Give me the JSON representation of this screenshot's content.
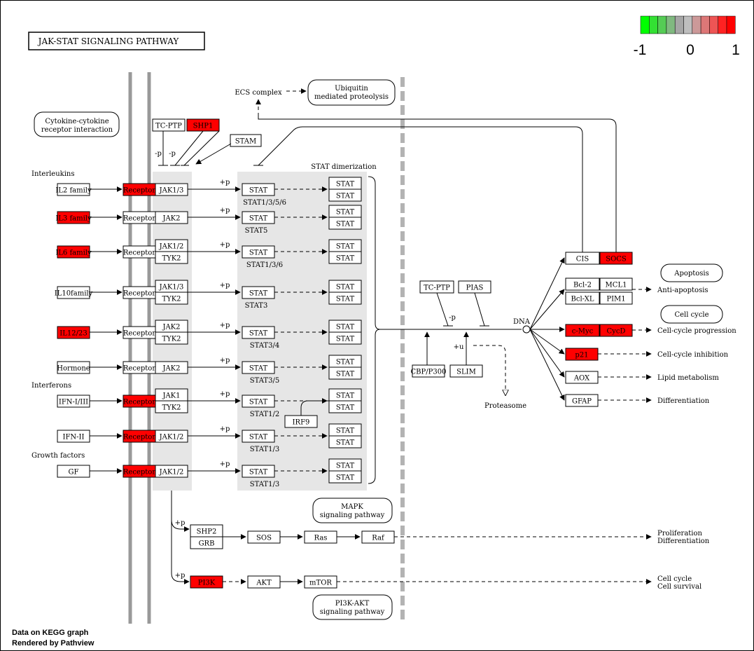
{
  "title": "JAK-STAT SIGNALING PATHWAY",
  "legend": {
    "colors": [
      "#00ff00",
      "#33e033",
      "#55cc55",
      "#80b980",
      "#a6a6a6",
      "#bebebe",
      "#cc9999",
      "#dd7777",
      "#ee5555",
      "#ff2222",
      "#ff0000"
    ],
    "labels": [
      "-1",
      "0",
      "1"
    ]
  },
  "footer": [
    "Data on KEGG graph",
    "Rendered by Pathview"
  ],
  "colors": {
    "up": "#ff0000",
    "neutral": "#ffffff",
    "shade": "#e6e6e6",
    "membrane": "#999999",
    "nucleus": "#b3b3b3"
  },
  "rows": [
    {
      "ligand": "IL2 family",
      "ligand_hi": false,
      "receptor_hi": true,
      "jak": [
        "JAK1/3"
      ],
      "stat": "STAT1/3/5/6",
      "group_label": "Interleukins"
    },
    {
      "ligand": "IL3 family",
      "ligand_hi": true,
      "receptor_hi": false,
      "jak": [
        "JAK2"
      ],
      "stat": "STAT5"
    },
    {
      "ligand": "IL6 family",
      "ligand_hi": true,
      "receptor_hi": false,
      "jak": [
        "JAK1/2",
        "TYK2"
      ],
      "stat": "STAT1/3/6"
    },
    {
      "ligand": "IL10family",
      "ligand_hi": false,
      "receptor_hi": false,
      "jak": [
        "JAK1/3",
        "TYK2"
      ],
      "stat": "STAT3"
    },
    {
      "ligand": "IL12/23",
      "ligand_hi": true,
      "receptor_hi": false,
      "jak": [
        "JAK2",
        "TYK2"
      ],
      "stat": "STAT3/4"
    },
    {
      "ligand": "Hormone",
      "ligand_hi": false,
      "receptor_hi": false,
      "jak": [
        "JAK2"
      ],
      "stat": "STAT3/5"
    },
    {
      "ligand": "IFN-I/III",
      "ligand_hi": false,
      "receptor_hi": true,
      "jak": [
        "JAK1",
        "TYK2"
      ],
      "stat": "STAT1/2",
      "group_label": "Interferons"
    },
    {
      "ligand": "IFN-II",
      "ligand_hi": false,
      "receptor_hi": true,
      "jak": [
        "JAK1/2"
      ],
      "stat": "STAT1/3"
    },
    {
      "ligand": "GF",
      "ligand_hi": false,
      "receptor_hi": true,
      "jak": [
        "JAK1/2"
      ],
      "stat": "STAT1/3",
      "group_label": "Growth factors"
    }
  ],
  "labels": {
    "receptor": "Receptor",
    "stat": "STAT",
    "p": "+p",
    "minus_p": "-p",
    "u": "+u",
    "stat_dimerization": "STAT dimerization",
    "ecs_complex": "ECS complex",
    "ubiquitin": [
      "Ubiquitin",
      "mediated proteolysis"
    ],
    "cytokine": [
      "Cytokine-cytokine",
      "receptor interaction"
    ],
    "tc_ptp": "TC-PTP",
    "shp1": "SHP1",
    "stam": "STAM",
    "irf9": "IRF9",
    "pias": "PIAS",
    "cbp": "CBP/P300",
    "slim": "SLIM",
    "proteasome": "Proteasome",
    "dna": "DNA",
    "mapk": [
      "MAPK",
      "signaling pathway"
    ],
    "pi3k_akt": [
      "PI3K-AKT",
      "signaling pathway"
    ],
    "shp2": "SHP2",
    "grb": "GRB",
    "sos": "SOS",
    "ras": "Ras",
    "raf": "Raf",
    "pi3k": "PI3K",
    "akt": "AKT",
    "mtor": "mTOR",
    "prolif": [
      "Proliferation",
      "Differentiation"
    ],
    "cellcycle_survival": [
      "Cell cycle",
      "Cell survival"
    ],
    "apoptosis": "Apoptosis",
    "cell_cycle": "Cell cycle",
    "cis": "CIS",
    "socs": "SOCS",
    "bcl2": "Bcl-2",
    "mcl1": "MCL1",
    "bclxl": "Bcl-XL",
    "pim1": "PIM1",
    "cmyc": "c-Myc",
    "cycd": "CycD",
    "p21": "p21",
    "aox": "AOX",
    "gfap": "GFAP",
    "anti_apoptosis": "Anti-apoptosis",
    "cc_progression": "Cell-cycle progression",
    "cc_inhibition": "Cell-cycle inhibition",
    "lipid": "Lipid metabolism",
    "differentiation": "Differentiation"
  }
}
